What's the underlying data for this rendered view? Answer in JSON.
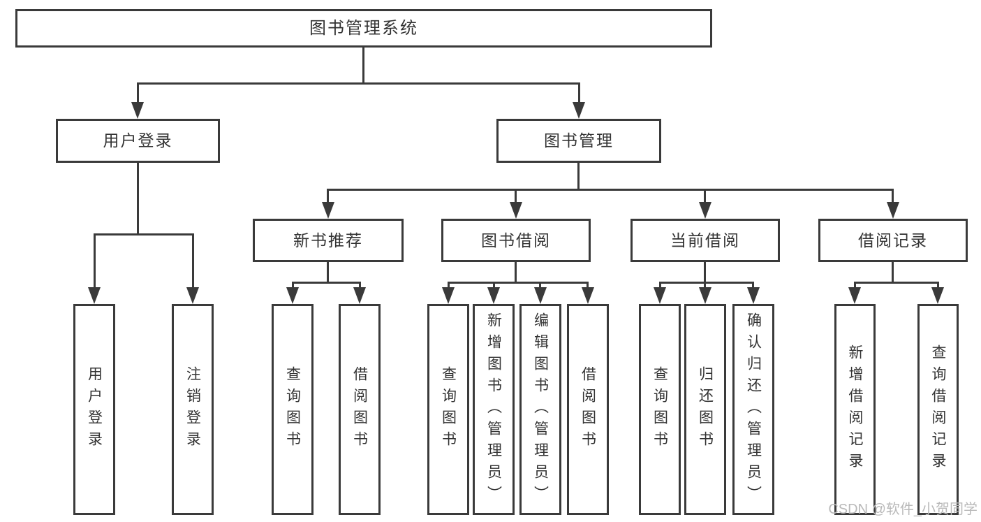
{
  "watermark": "CSDN @软件_小贺同学",
  "colors": {
    "line": "#3a3a3a",
    "text": "#333333",
    "watermark": "#b9b9b9",
    "background": "#ffffff"
  },
  "tree": {
    "label": "图书管理系统",
    "children": [
      {
        "label": "用户登录",
        "children": [
          {
            "label": "用户登录"
          },
          {
            "label": "注销登录"
          }
        ]
      },
      {
        "label": "图书管理",
        "children": [
          {
            "label": "新书推荐",
            "children": [
              {
                "label": "查询图书"
              },
              {
                "label": "借阅图书"
              }
            ]
          },
          {
            "label": "图书借阅",
            "children": [
              {
                "label": "查询图书"
              },
              {
                "label": "新增图书（管理员）"
              },
              {
                "label": "编辑图书（管理员）"
              },
              {
                "label": "借阅图书"
              }
            ]
          },
          {
            "label": "当前借阅",
            "children": [
              {
                "label": "查询图书"
              },
              {
                "label": "归还图书"
              },
              {
                "label": "确认归还（管理员）"
              }
            ]
          },
          {
            "label": "借阅记录",
            "children": [
              {
                "label": "新增借阅记录"
              },
              {
                "label": "查询借阅记录"
              }
            ]
          }
        ]
      }
    ]
  }
}
